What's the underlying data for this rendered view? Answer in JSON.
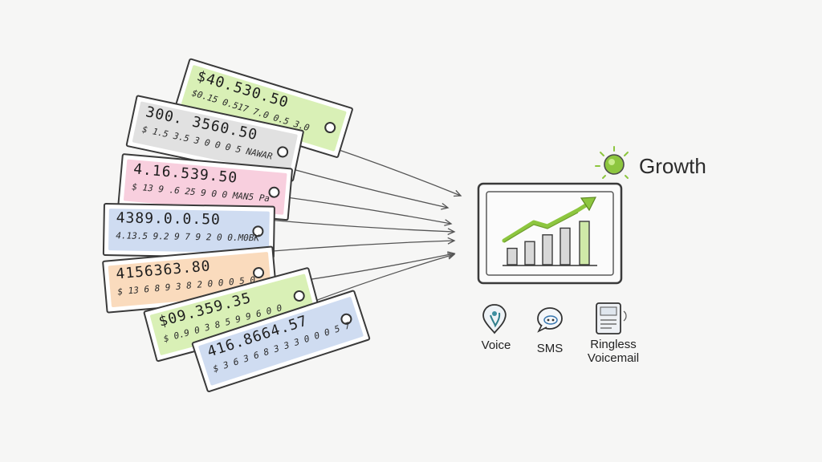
{
  "colors": {
    "accent_green": "#8dc63f",
    "ink": "#333333",
    "tag_fills": [
      "#b9e37a",
      "#c9c9c9",
      "#f3a7c3",
      "#a8c0e6",
      "#f6bd86",
      "#b9e37a",
      "#a8c0e6"
    ]
  },
  "tags": [
    {
      "price": "$40.530.50",
      "code": "$0.15 0.517 7.0 0.5 3.0"
    },
    {
      "price": "300. 3560.50",
      "code": "$ 1.5 3.5 3 0 0 0 5 NAWAR"
    },
    {
      "price": "4.16.539.50",
      "code": "$ 13 9 .6 25 9 0 0 MAN5 Pa"
    },
    {
      "price": "4389.0.0.50",
      "code": "4.13.5 9.2 9 7 9 2 0 0.M0BK"
    },
    {
      "price": "4156363.80",
      "code": "$ 13 6 8 9 3 8 2 0 0 0 5 0"
    },
    {
      "price": "$09.359.35",
      "code": "$ 0.9 0 3 8 5 9 9 6 0 0"
    },
    {
      "price": "416.8664.57",
      "code": "$ 3 6 3 6 8 3 3 3 0 0 0 5 7"
    }
  ],
  "growth": {
    "label": "Growth",
    "bars": [
      1,
      2,
      3,
      4,
      5
    ],
    "trend_icon": "trend-arrow-icon",
    "bulb_icon": "lightbulb-icon"
  },
  "channels": [
    {
      "label": "Voice",
      "icon": "voice-pin-icon"
    },
    {
      "label": "SMS",
      "icon": "sms-bubble-icon"
    },
    {
      "label": "Ringless\nVoicemail",
      "icon": "voicemail-device-icon"
    }
  ]
}
